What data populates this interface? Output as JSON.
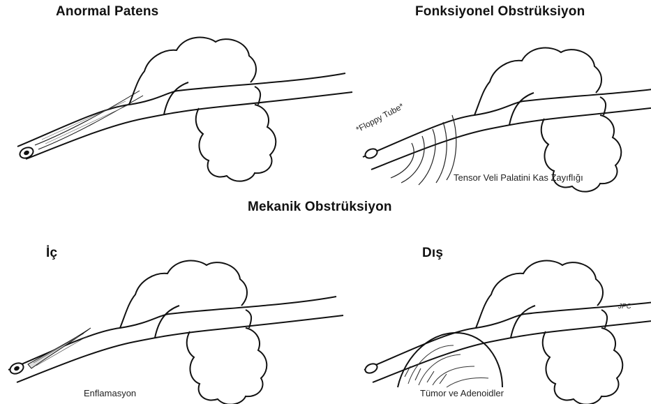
{
  "panels": {
    "top_left": {
      "title": "Anormal Patens"
    },
    "top_right": {
      "title": "Fonksiyonel Obstrüksiyon",
      "tube_label": "*Floppy Tube*",
      "caption": "Tensor Veli Palatini Kas Zayıflığı"
    },
    "bottom_left": {
      "title": "İç",
      "caption": "Enflamasyon"
    },
    "bottom_right": {
      "title": "Dış",
      "caption": "Tümor ve Adenoidler",
      "mark": "JPC"
    }
  },
  "section_title": "Mekanik Obstrüksiyon"
}
